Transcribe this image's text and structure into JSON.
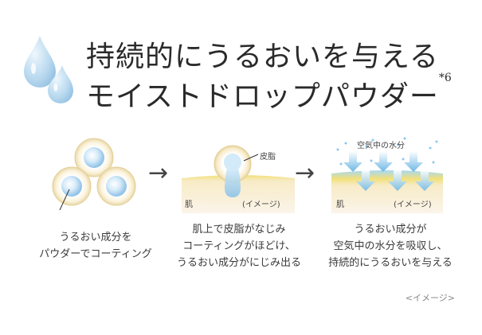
{
  "title": {
    "line1": "持続的にうるおいを与える",
    "line2": "モイストドロップパウダー",
    "sup": "*6"
  },
  "steps": [
    {
      "caption": [
        "うるおい成分を",
        "パウダーでコーティング"
      ]
    },
    {
      "label_sebum": "皮脂",
      "label_skin": "肌",
      "label_image": "(イメージ)",
      "caption": [
        "肌上で皮脂がなじみ",
        "コーティングがほどけ、",
        "うるおい成分がにじみ出る"
      ]
    },
    {
      "label_air": "空気中の水分",
      "label_skin": "肌",
      "label_image": "(イメージ)",
      "caption": [
        "うるおい成分が",
        "空気中の水分を吸収し、",
        "持続的にうるおいを与える"
      ]
    }
  ],
  "arrows": [
    "→",
    "→"
  ],
  "footnote": "<イメージ>",
  "colors": {
    "drop": "#a9cde8",
    "skin_top": "#f3e38a",
    "skin": "#f7ecd8",
    "pearl_blue": "#9cc8ea",
    "arrow_blue": "#7fc0ea"
  }
}
